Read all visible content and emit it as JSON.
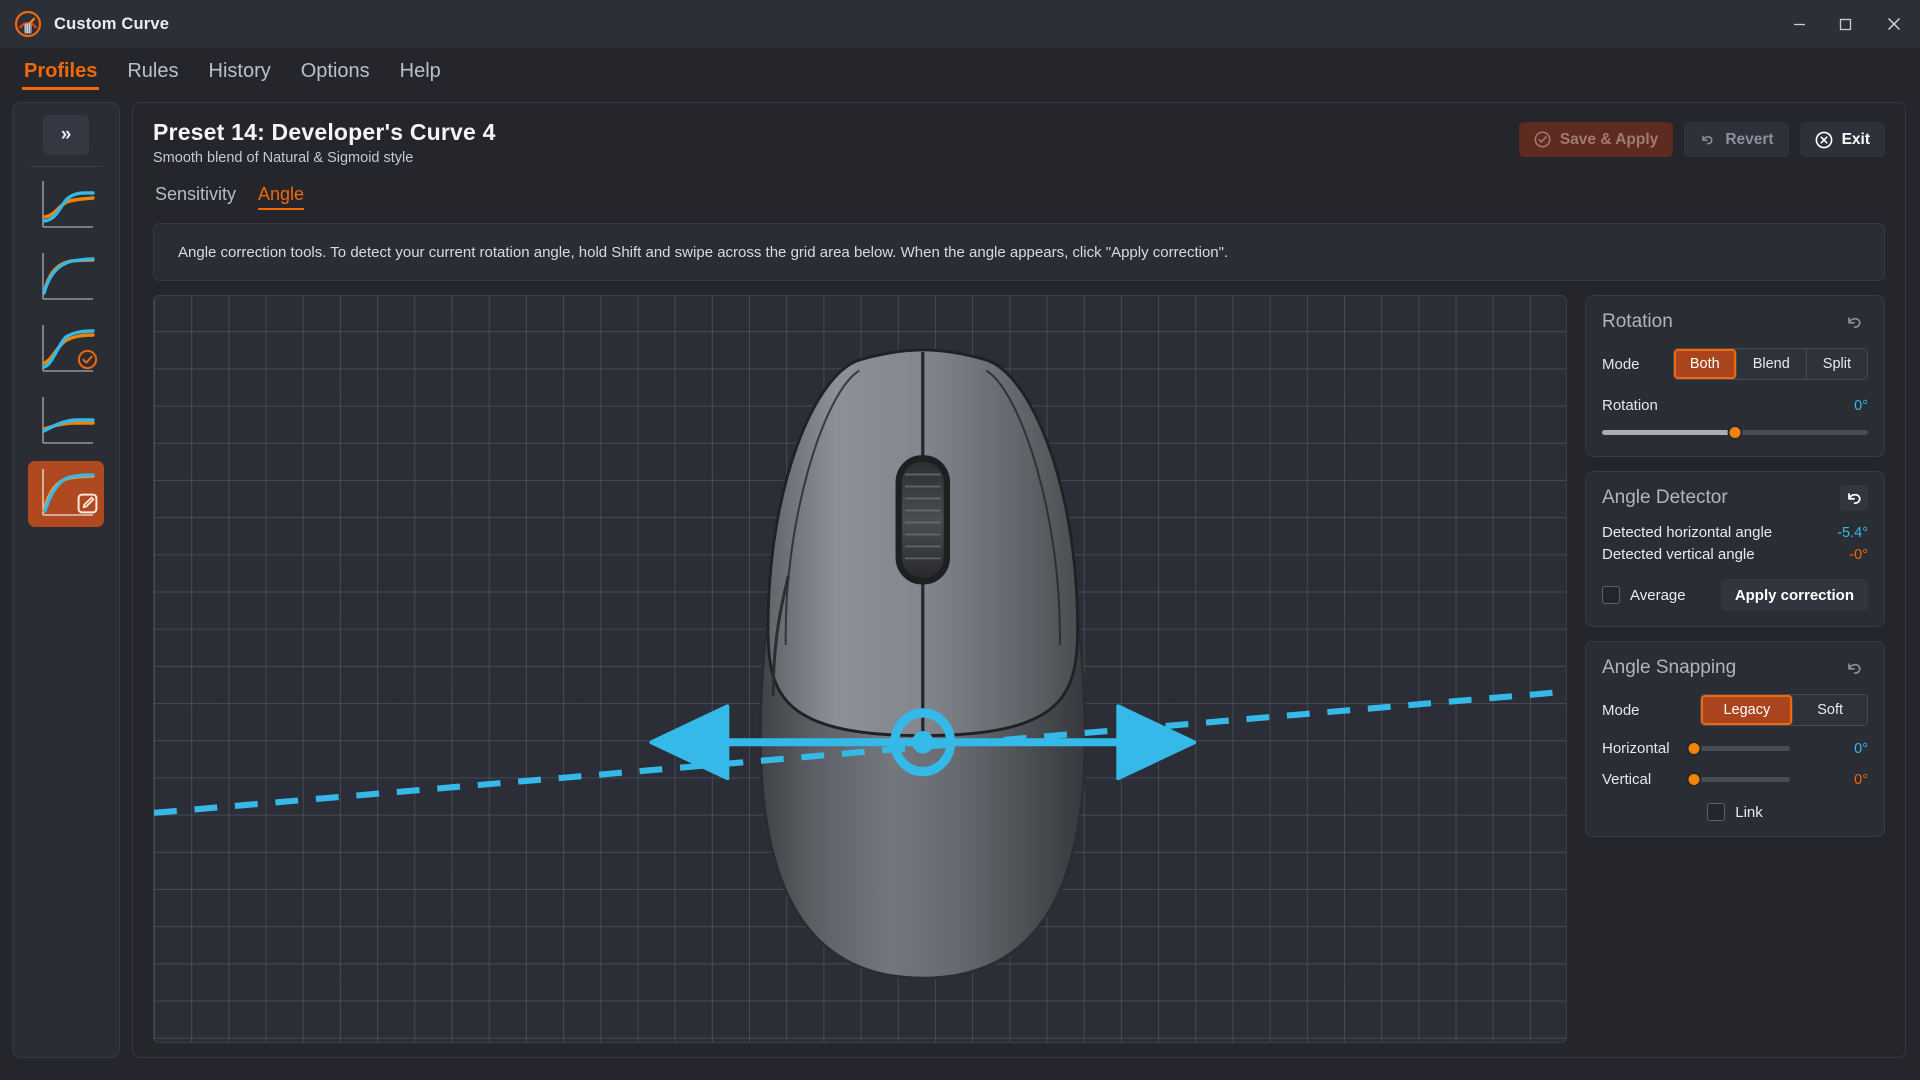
{
  "window": {
    "title": "Custom Curve",
    "icon": "gauge-icon",
    "controls": {
      "minimize": "–",
      "maximize": "❐",
      "close": "✕"
    }
  },
  "menubar": {
    "items": [
      {
        "label": "Profiles",
        "active": true
      },
      {
        "label": "Rules",
        "active": false
      },
      {
        "label": "History",
        "active": false
      },
      {
        "label": "Options",
        "active": false
      },
      {
        "label": "Help",
        "active": false
      }
    ]
  },
  "sidebar": {
    "collapse_label": "»",
    "thumbnails": [
      {
        "name": "curve-thumb-1",
        "badge": "none",
        "selected": false
      },
      {
        "name": "curve-thumb-2",
        "badge": "none",
        "selected": false
      },
      {
        "name": "curve-thumb-3",
        "badge": "check",
        "selected": false
      },
      {
        "name": "curve-thumb-4",
        "badge": "none",
        "selected": false
      },
      {
        "name": "curve-thumb-5",
        "badge": "edit",
        "selected": true
      }
    ]
  },
  "header": {
    "title": "Preset 14: Developer's Curve 4",
    "subtitle": "Smooth blend of Natural & Sigmoid style",
    "save_label": "Save & Apply",
    "revert_label": "Revert",
    "exit_label": "Exit"
  },
  "tabs": [
    {
      "label": "Sensitivity",
      "active": false
    },
    {
      "label": "Angle",
      "active": true
    }
  ],
  "banner": {
    "text": "Angle correction tools. To detect your current rotation angle, hold Shift and swipe across the grid area below. When the angle appears, click \"Apply correction\"."
  },
  "rotation_panel": {
    "title": "Rotation",
    "mode_label": "Mode",
    "modes": [
      {
        "label": "Both",
        "selected": true
      },
      {
        "label": "Blend",
        "selected": false
      },
      {
        "label": "Split",
        "selected": false
      }
    ],
    "rotation_label": "Rotation",
    "rotation_value": "0°",
    "rotation_percent": 50
  },
  "detector_panel": {
    "title": "Angle Detector",
    "horizontal_label": "Detected horizontal angle",
    "horizontal_value": "-5.4°",
    "vertical_label": "Detected vertical angle",
    "vertical_value": "-0°",
    "average_label": "Average",
    "average_checked": false,
    "apply_label": "Apply correction"
  },
  "snapping_panel": {
    "title": "Angle Snapping",
    "mode_label": "Mode",
    "modes": [
      {
        "label": "Legacy",
        "selected": true
      },
      {
        "label": "Soft",
        "selected": false
      }
    ],
    "horizontal_label": "Horizontal",
    "horizontal_value": "0°",
    "horizontal_percent": 2,
    "vertical_label": "Vertical",
    "vertical_value": "0°",
    "vertical_percent": 2,
    "link_label": "Link",
    "link_checked": false
  },
  "colors": {
    "accent_orange": "#f2670a",
    "accent_cyan": "#35b9e8",
    "panel_bg": "#2a2d34",
    "stage_bg": "#2b2e36",
    "window_bg": "#24262c"
  }
}
